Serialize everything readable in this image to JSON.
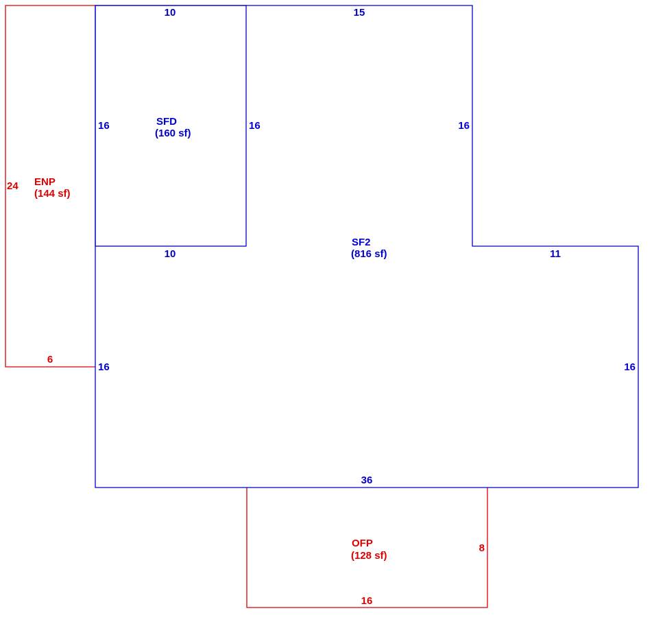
{
  "colors": {
    "main_area": "#0000cc",
    "porch_area": "#dd0000",
    "background": "#ffffff"
  },
  "areas": {
    "sfd": {
      "code": "SFD",
      "area": "(160 sf)"
    },
    "sf2": {
      "code": "SF2",
      "area": "(816 sf)"
    },
    "enp": {
      "code": "ENP",
      "area": "(144 sf)"
    },
    "ofp": {
      "code": "OFP",
      "area": "(128 sf)"
    }
  },
  "dimensions": {
    "sfd_top": "10",
    "sfd_left": "16",
    "sfd_right": "16",
    "sfd_bottom": "10",
    "sf2_top": "15",
    "sf2_upper_right": "16",
    "sf2_step": "11",
    "sf2_lower_left": "16",
    "sf2_lower_right": "16",
    "sf2_bottom": "36",
    "enp_left": "24",
    "enp_bottom": "6",
    "ofp_right": "8",
    "ofp_bottom": "16"
  }
}
